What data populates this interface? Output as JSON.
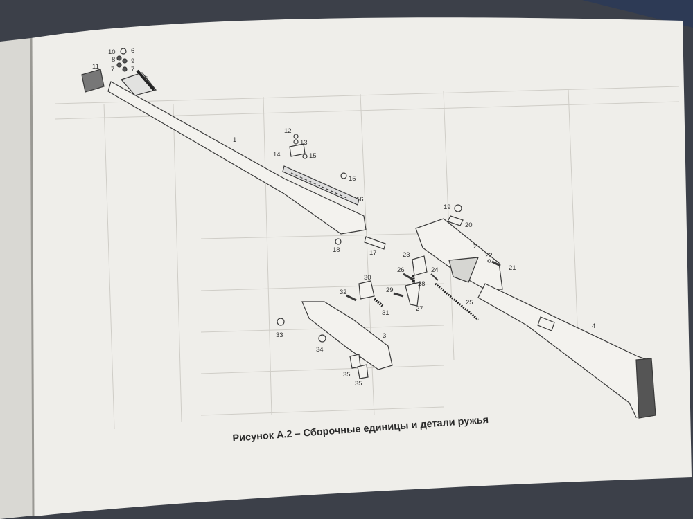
{
  "figure": {
    "caption": "Рисунок А.2 – Сборочные единицы и детали ружья",
    "callouts": {
      "n1": "1",
      "n2": "2",
      "n3": "3",
      "n4": "4",
      "n5": "5",
      "n6": "6",
      "n7a": "7",
      "n7b": "7",
      "n8": "8",
      "n9": "9",
      "n10": "10",
      "n11": "11",
      "n12": "12",
      "n13": "13",
      "n14": "14",
      "n15a": "15",
      "n15b": "15",
      "n16": "16",
      "n17": "17",
      "n18": "18",
      "n19": "19",
      "n20": "20",
      "n21": "21",
      "n22": "22",
      "n23": "23",
      "n24": "24",
      "n25": "25",
      "n26": "26",
      "n27": "27",
      "n28": "28",
      "n29": "29",
      "n30": "30",
      "n31": "31",
      "n32": "32",
      "n33": "33",
      "n34": "34",
      "n35a": "35",
      "n35b": "35"
    }
  },
  "colors": {
    "background": "#3c4049",
    "page": "#efeeea",
    "line": "#3a3a3a",
    "caption": "#2a2a2a"
  }
}
